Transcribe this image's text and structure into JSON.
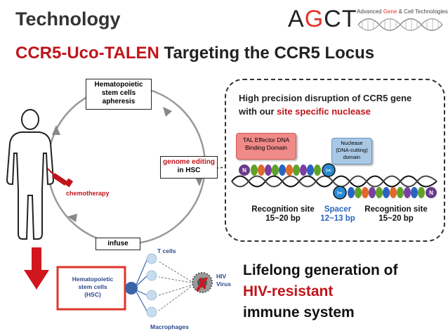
{
  "header": {
    "section": "Technology",
    "title_highlight": "CCR5-Uco-TALEN",
    "title_rest": " Targeting the CCR5 Locus"
  },
  "logo": {
    "letters": [
      "A",
      "G",
      "C",
      "T"
    ],
    "sub_before": "Advanced ",
    "sub_highlight": "Gene",
    "sub_after": " & Cell Technologies"
  },
  "cycle": {
    "step_apheresis_1": "Hematopoietic",
    "step_apheresis_2": "stem cells",
    "step_apheresis_3": "apheresis",
    "step_editing_1": "genome editing",
    "step_editing_2": "in  HSC",
    "step_infuse": "infuse",
    "chemo_label": "chemotherapy"
  },
  "bubble": {
    "heading_line1": "High precision disruption of CCR5 gene",
    "heading_line2_pre": "with our ",
    "heading_line2_highlight": "site specific nuclease",
    "tal_label_1": "TAL Effector DNA",
    "tal_label_2": "Binding Domain",
    "nuclease_label_1": "Nuclease",
    "nuclease_label_2": "(DNA-cutting)",
    "nuclease_label_3": "domain",
    "n_terminal": "N",
    "recog_left_1": "Recognition site",
    "recog_left_2": "15~20 bp",
    "spacer_1": "Spacer",
    "spacer_2": "12~13 bp",
    "recog_right_1": "Recognition site",
    "recog_right_2": "15~20 bp"
  },
  "lineage": {
    "hsc_1": "Hematopoietic",
    "hsc_2": "stem cells",
    "hsc_3": "(HSC)",
    "tcells": "T cells",
    "macrophages": "Macrophages",
    "virus_1": "HIV",
    "virus_2": "Virus"
  },
  "outcome": {
    "line1": "Lifelong generation of",
    "line2": "HIV-resistant",
    "line3": "immune system"
  },
  "colors": {
    "brand_red": "#c0141b",
    "accent_red": "#e0342a",
    "spacer_blue": "#2a64c0",
    "dna_green": "#5fa22a",
    "dna_purple": "#7a3fa0"
  }
}
